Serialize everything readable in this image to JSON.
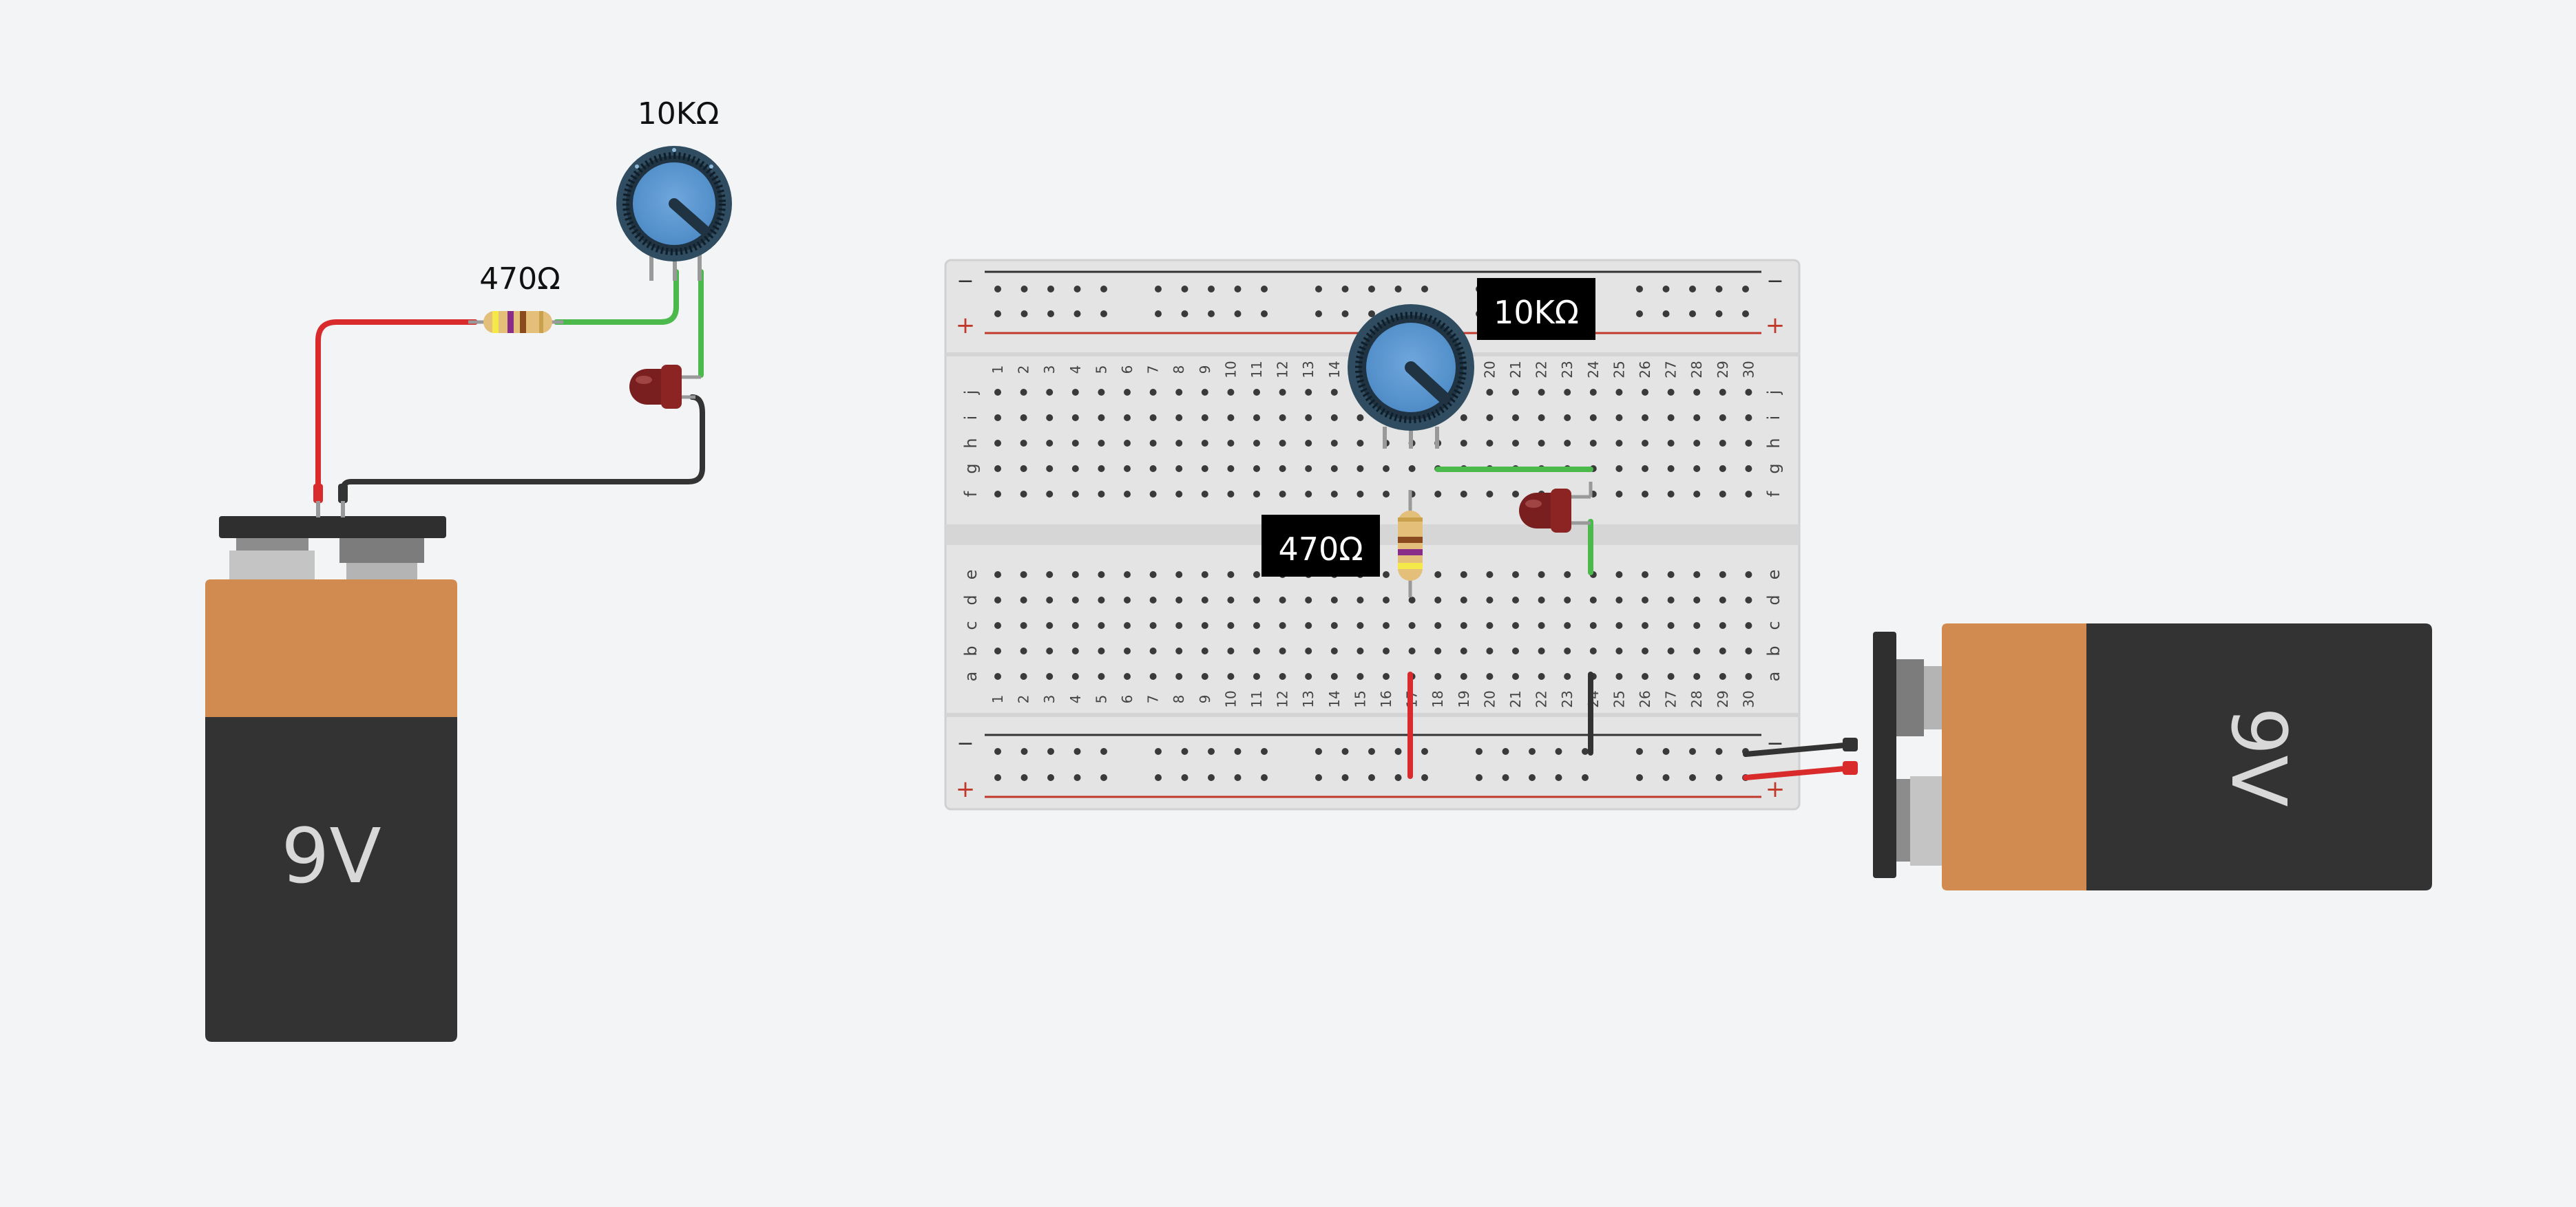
{
  "schematic": {
    "pot_label": "10KΩ",
    "resistor_label": "470Ω",
    "battery_label": "9V"
  },
  "breadboard": {
    "pot_label": "10KΩ",
    "resistor_label": "470Ω",
    "battery_label": "9V",
    "rail_minus": "−",
    "rail_plus": "+",
    "row_letters_top": [
      "j",
      "i",
      "h",
      "g",
      "f"
    ],
    "row_letters_bottom": [
      "e",
      "d",
      "c",
      "b",
      "a"
    ],
    "columns": [
      "1",
      "2",
      "3",
      "4",
      "5",
      "6",
      "7",
      "8",
      "9",
      "10",
      "11",
      "12",
      "13",
      "14",
      "15",
      "16",
      "17",
      "18",
      "19",
      "20",
      "21",
      "22",
      "23",
      "24",
      "25",
      "26",
      "27",
      "28",
      "29",
      "30"
    ]
  },
  "colors": {
    "background": "#f3f4f6",
    "wire_red": "#d92b2b",
    "wire_green": "#4cb94c",
    "wire_black": "#333333",
    "battery_orange": "#d18a4f",
    "battery_body": "#333333",
    "pot_knob": "#5b9bd5",
    "led_red": "#7a1f1f",
    "breadboard": "#e4e4e4"
  }
}
